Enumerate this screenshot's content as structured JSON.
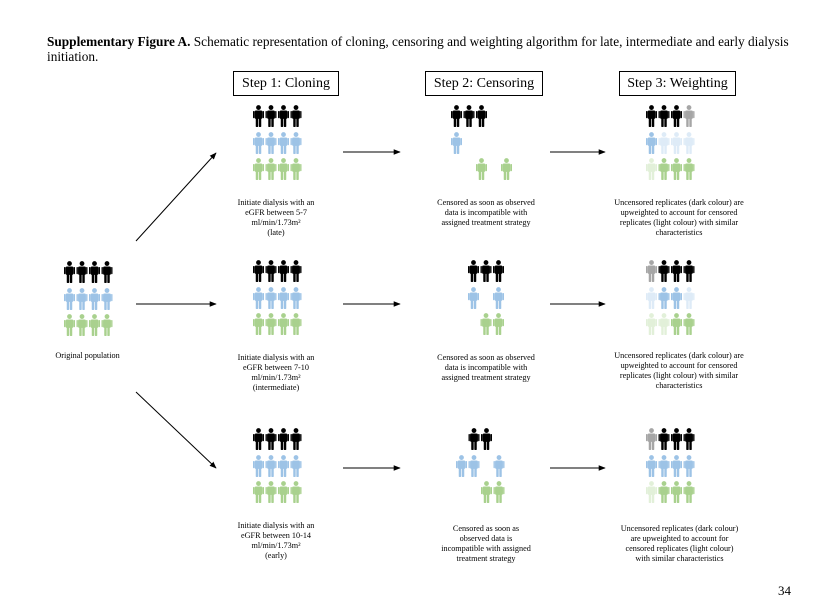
{
  "caption": {
    "label": "Supplementary Figure A.",
    "text": " Schematic representation of cloning, censoring and weighting algorithm for late, intermediate and early dialysis initiation."
  },
  "steps": [
    "Step 1: Cloning",
    "Step 2: Censoring",
    "Step 3: Weighting"
  ],
  "original_label": "Original population",
  "rows": [
    {
      "name": "late",
      "clone_lines": [
        "Initiate dialysis with an",
        "eGFR between 5-7",
        "ml/min/1.73m²",
        "(late)"
      ],
      "censor_lines": [
        "Censored as soon as observed",
        "data is incompatible with",
        "assigned treatment strategy"
      ],
      "weight_lines": [
        "Uncensored replicates (dark colour) are",
        "upweighted to account for censored",
        "replicates (light colour) with similar",
        "characteristics"
      ]
    },
    {
      "name": "intermediate",
      "clone_lines": [
        "Initiate dialysis with an",
        "eGFR between 7-10",
        "ml/min/1.73m²",
        "(intermediate)"
      ],
      "censor_lines": [
        "Censored as soon as observed",
        "data is incompatible with",
        "assigned treatment strategy"
      ],
      "weight_lines": [
        "Uncensored replicates (dark colour) are",
        "upweighted to account for censored",
        "replicates (light colour) with similar",
        "characteristics"
      ]
    },
    {
      "name": "early",
      "clone_lines": [
        "Initiate dialysis with an",
        "eGFR between 10-14",
        "ml/min/1.73m²",
        "(early)"
      ],
      "censor_lines": [
        "Censored as soon as",
        "observed data is",
        "incompatible with assigned",
        "treatment strategy"
      ],
      "weight_lines": [
        "Uncensored replicates (dark colour)",
        "are upweighted to account for",
        "censored replicates (light colour)",
        "with similar characteristics"
      ]
    }
  ],
  "page_number": "34",
  "colors": {
    "black": "#000000",
    "blue": "#9dc3e6",
    "green": "#a9d18e",
    "grey": "#a6a6a6",
    "light_blue": "#deebf7",
    "light_green": "#e2f0d9"
  }
}
